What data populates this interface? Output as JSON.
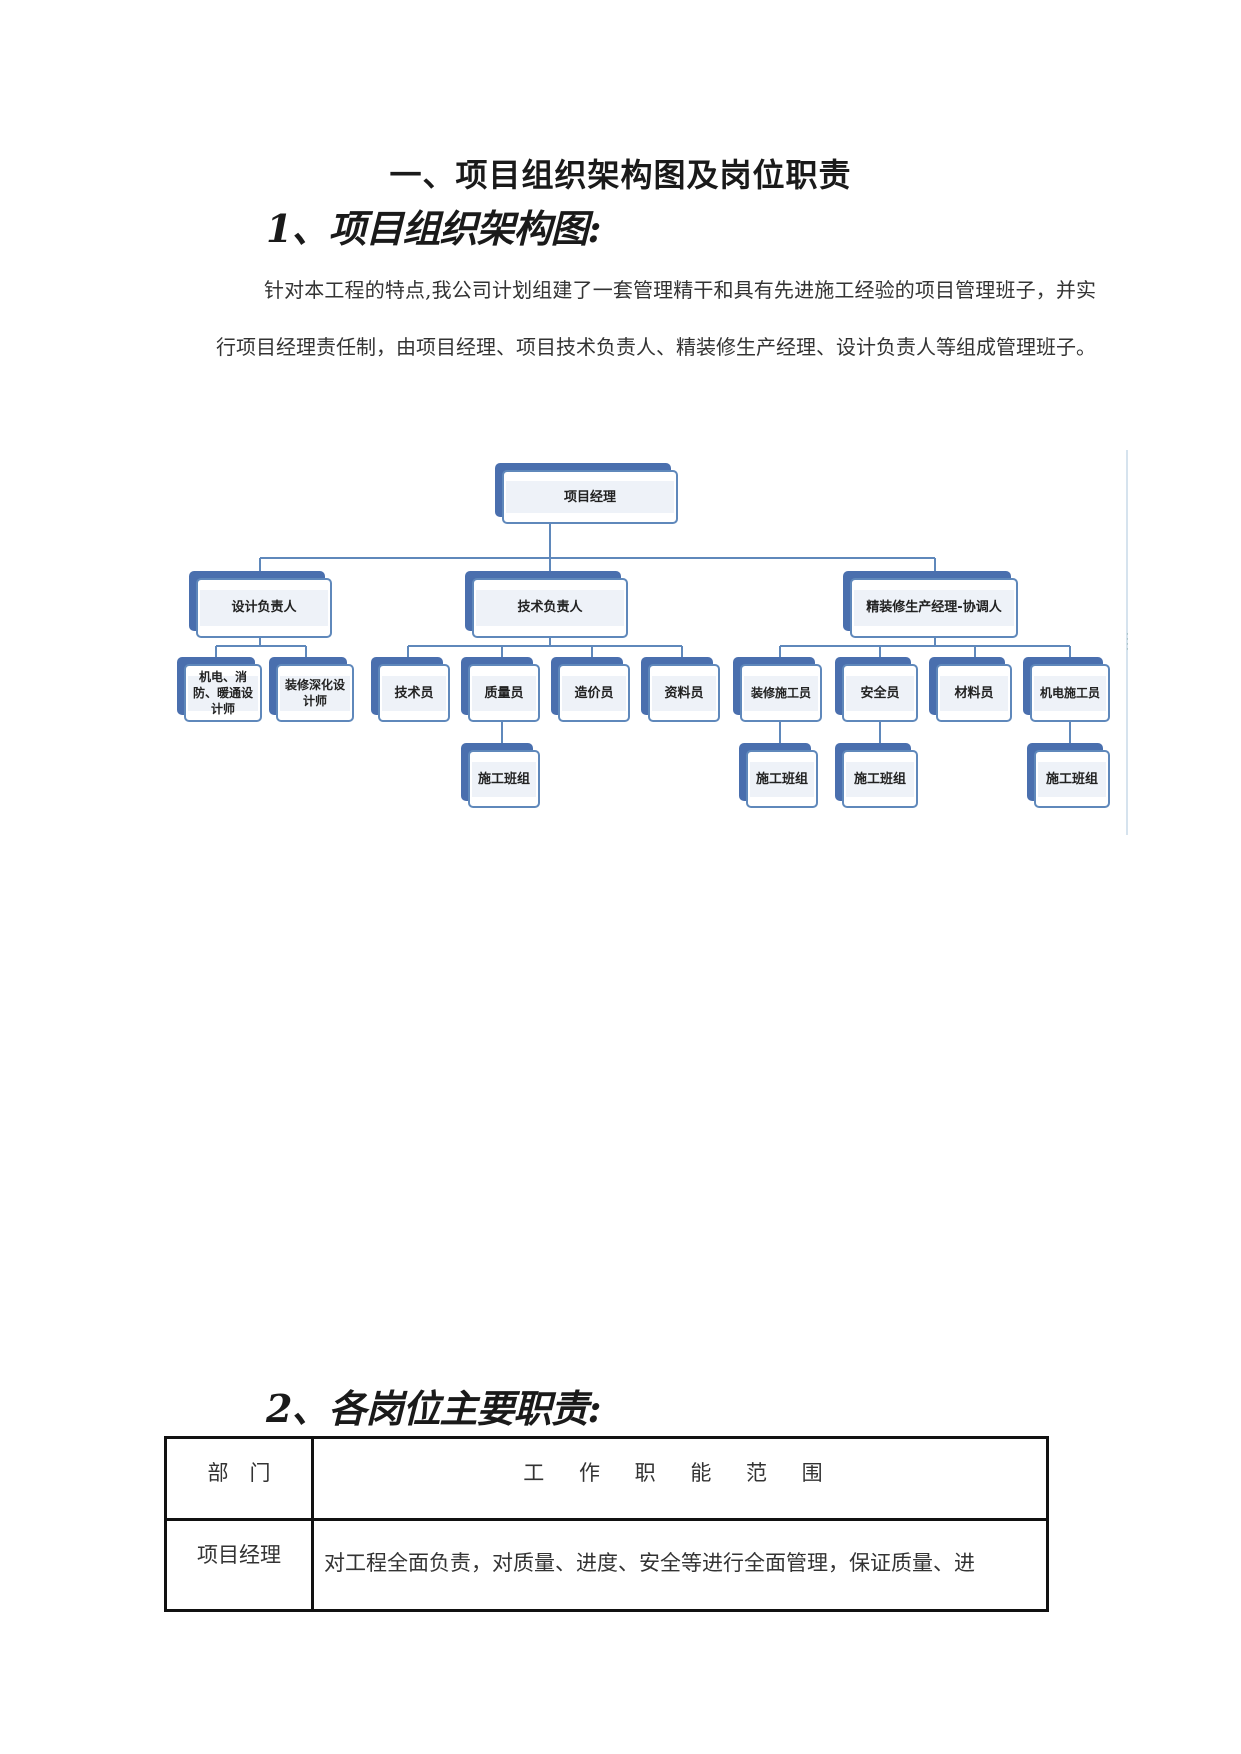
{
  "document": {
    "main_title": "一、项目组织架构图及岗位职责",
    "section1_heading": "1、项目组织架构图:",
    "intro_paragraph": "针对本工程的特点,我公司计划组建了一套管理精干和具有先进施工经验的项目管理班子，并实行项目经理责任制，由项目经理、项目技术负责人、精装修生产经理、设计负责人等组成管理班子。",
    "section2_heading": "2、各岗位主要职责:"
  },
  "org_chart": {
    "root": "项目经理",
    "level1": [
      "设计负责人",
      "技术负责人",
      "精装修生产经理-协调人"
    ],
    "design_children": [
      "机电、消防、暖通设计师",
      "装修深化设计师"
    ],
    "tech_children": [
      "技术员",
      "质量员",
      "造价员",
      "资料员"
    ],
    "prod_children": [
      "装修施工员",
      "安全员",
      "材料员",
      "机电施工员"
    ],
    "crew_label": "施工班组"
  },
  "duty_table": {
    "header": {
      "dept": "部　门",
      "scope": "工 作 职 能 范 围"
    },
    "rows": [
      {
        "dept": "项目经理",
        "scope": "对工程全面负责，对质量、进度、安全等进行全面管理，保证质量、进"
      }
    ]
  }
}
